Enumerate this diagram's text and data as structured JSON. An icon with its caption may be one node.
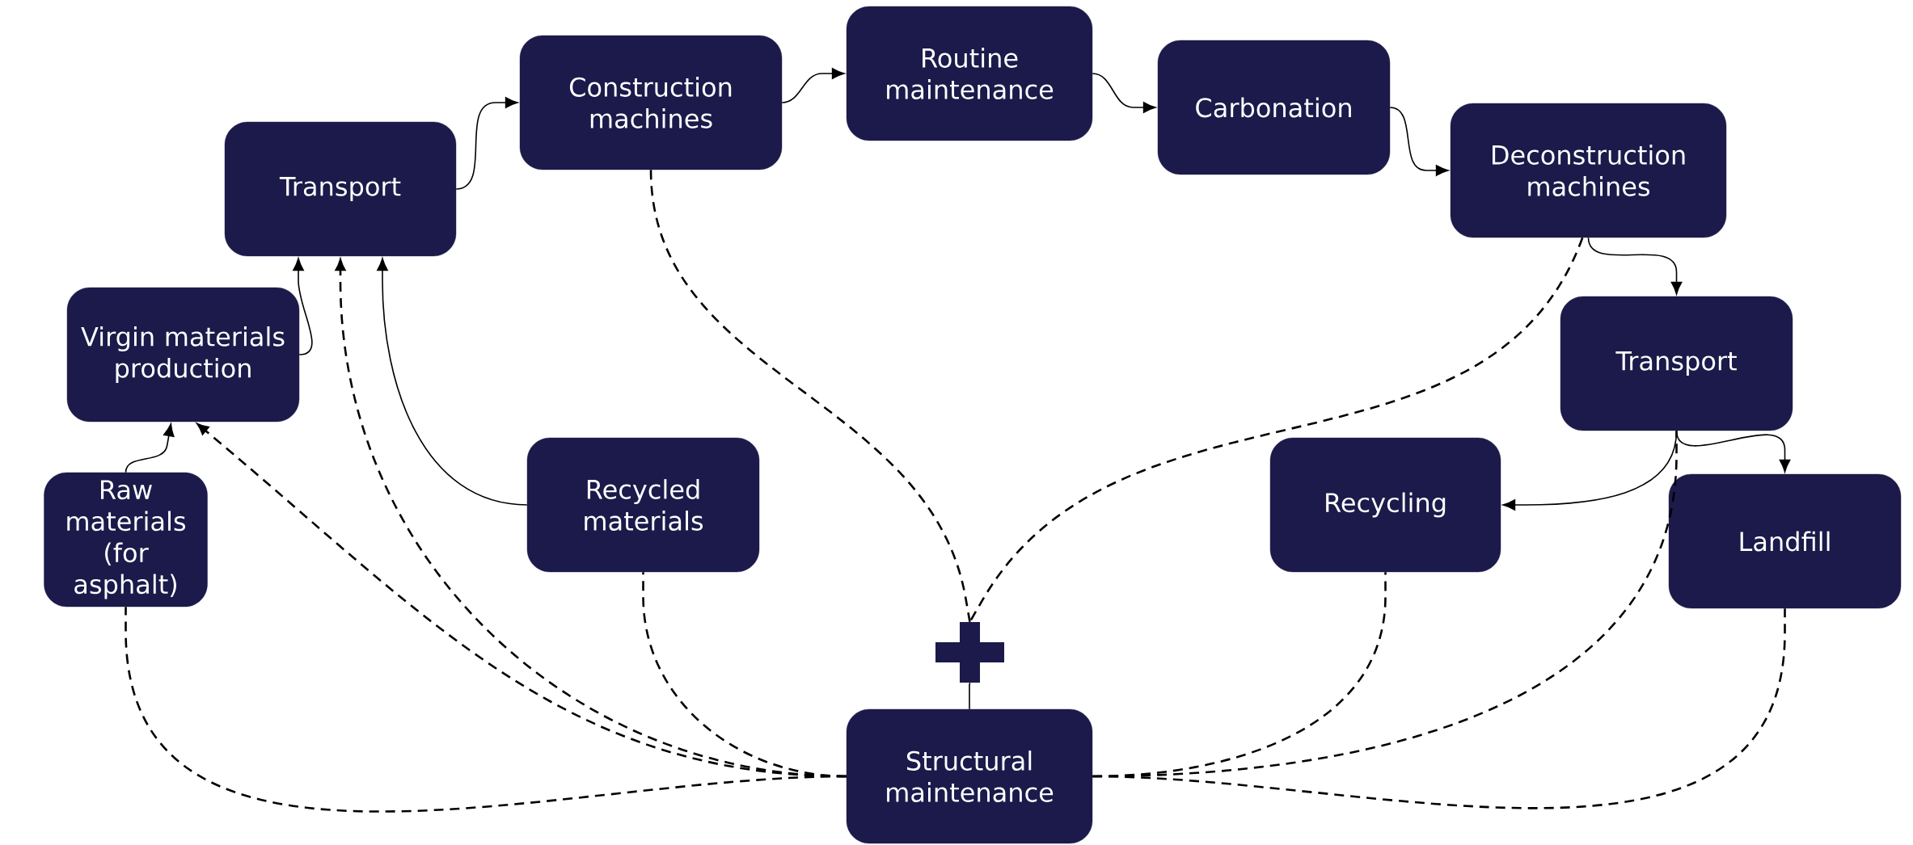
{
  "diagram": {
    "nodes": [
      {
        "text": [
          "Raw materials (for asphalt)"
        ]
      },
      {
        "text": [
          "Virgin materials production"
        ]
      },
      {
        "text": [
          "Transport"
        ]
      },
      {
        "text": [
          "Construction machines"
        ]
      },
      {
        "text": [
          "Routine maintenance"
        ]
      },
      {
        "text": [
          "Carbonation"
        ]
      },
      {
        "text": [
          "Deconstruction machines"
        ]
      },
      {
        "text": [
          "Transport"
        ]
      },
      {
        "text": [
          "Recycled materials"
        ]
      },
      {
        "text": [
          "Recycling"
        ]
      },
      {
        "text": [
          "Landfill"
        ]
      },
      {
        "text": [
          "Structural maintenance"
        ]
      },
      {
        "text": [],
        "shape": "plus"
      }
    ],
    "edges": [
      {
        "from": 0,
        "to": 1,
        "arrow": "to"
      },
      {
        "from": 1,
        "to": 2,
        "arrow": "to"
      },
      {
        "from": 8,
        "to": 2,
        "arrow": "to"
      },
      {
        "from": 2,
        "to": 3,
        "arrow": "to"
      },
      {
        "from": 3,
        "to": 4,
        "arrow": "to"
      },
      {
        "from": 4,
        "to": 5,
        "arrow": "to"
      },
      {
        "from": 5,
        "to": 6,
        "arrow": "to"
      },
      {
        "from": 6,
        "to": 7,
        "arrow": "to"
      },
      {
        "from": 7,
        "to": 9,
        "arrow": "to"
      },
      {
        "from": 7,
        "to": 10,
        "arrow": "to"
      },
      {
        "from": 3,
        "to": 12,
        "arrow": "none",
        "style": "dashed"
      },
      {
        "from": 6,
        "to": 12,
        "arrow": "none",
        "style": "dashed"
      },
      {
        "from": 12,
        "to": 11,
        "arrow": "none"
      },
      {
        "from": 11,
        "to": 0,
        "arrow": "none",
        "style": "dashed"
      },
      {
        "from": 11,
        "to": 1,
        "arrow": "to",
        "style": "dashed"
      },
      {
        "from": 11,
        "to": 2,
        "arrow": "to",
        "style": "dashed"
      },
      {
        "from": 11,
        "to": 8,
        "arrow": "none",
        "style": "dashed"
      },
      {
        "from": 11,
        "to": 9,
        "arrow": "none",
        "style": "dashed"
      },
      {
        "from": 11,
        "to": 7,
        "arrow": "none",
        "style": "dashed"
      },
      {
        "from": 11,
        "to": 10,
        "arrow": "none",
        "style": "dashed"
      }
    ]
  }
}
